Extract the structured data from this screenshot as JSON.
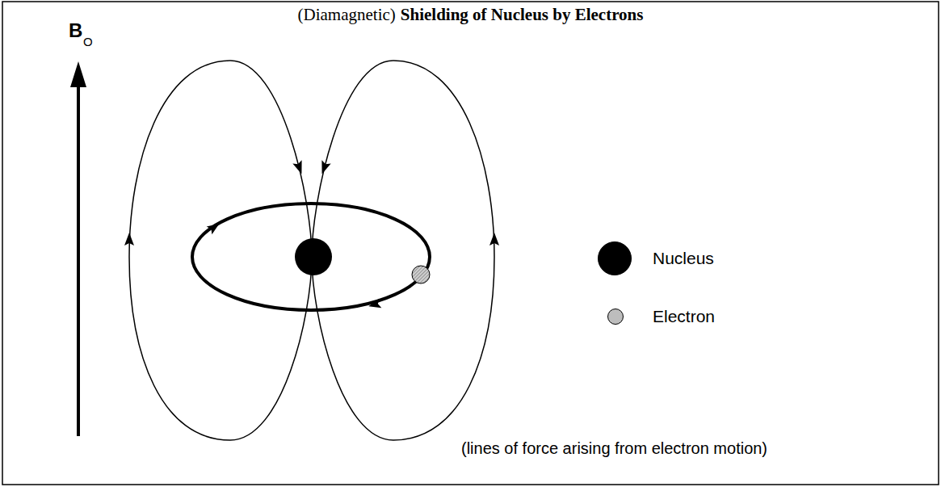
{
  "diagram": {
    "title": "Shielding of Nucleus by Electrons",
    "labels": [
      "(Diamagnetic)",
      "B",
      "O",
      "(lines of force arising from electron motion)"
    ],
    "legend": [
      {
        "text": "Nucleus",
        "color": "#000000"
      },
      {
        "text": "Electron",
        "color": "#bdbdbd"
      }
    ]
  }
}
